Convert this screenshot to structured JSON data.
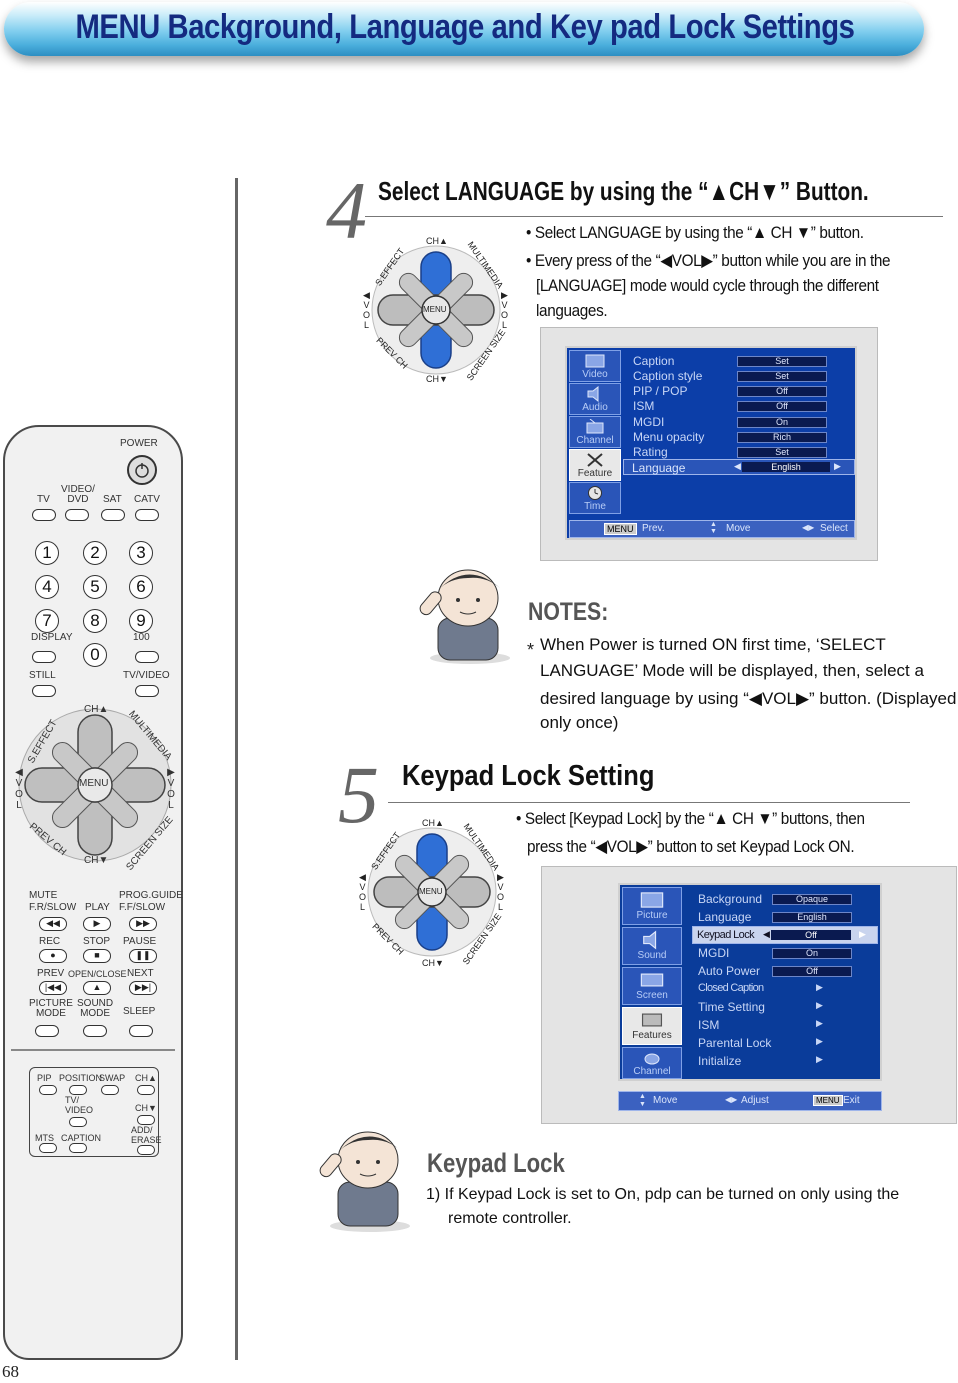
{
  "page": {
    "title": "MENU Background, Language and Key pad Lock Settings",
    "page_number": "68"
  },
  "remote": {
    "power": "POWER",
    "video_dvd": "VIDEO/\nDVD",
    "tv": "TV",
    "sat": "SAT",
    "catv": "CATV",
    "numbers": [
      "1",
      "2",
      "3",
      "4",
      "5",
      "6",
      "7",
      "8",
      "9",
      "0"
    ],
    "display": "DISPLAY",
    "hundred": "100",
    "still": "STILL",
    "tv_video": "TV/VIDEO",
    "ch_up": "CH▲",
    "ch_down": "CH▼",
    "s_effect": "S.EFFECT",
    "multimedia": "MULTIMEDIA",
    "vol": "VOL",
    "menu": "MENU",
    "prev_ch": "PREV CH",
    "screen_size": "SCREEN SIZE",
    "mute": "MUTE",
    "prog_guide": "PROG.GUIDE",
    "fr_slow": "F.R/SLOW",
    "play": "PLAY",
    "ff_slow": "F.F/SLOW",
    "rec": "REC",
    "stop": "STOP",
    "pause": "PAUSE",
    "prev": "PREV",
    "open_close": "OPEN/CLOSE",
    "next": "NEXT",
    "picture_mode": "PICTURE\nMODE",
    "sound_mode": "SOUND\nMODE",
    "sleep": "SLEEP",
    "pip": "PIP",
    "position": "POSITION",
    "swap": "SWAP",
    "tv_video2": "TV/\nVIDEO",
    "mts": "MTS",
    "caption": "CAPTION",
    "add_erase": "ADD/\nERASE"
  },
  "step4": {
    "number": "4",
    "heading": "Select LANGUAGE by using the “▲CH▼” Button.",
    "bullet1": "• Select LANGUAGE by using the “▲ CH ▼” button.",
    "bullet2a": "• Every press of the “◀VOL▶”  button while you are in the",
    "bullet2b": "[LANGUAGE] mode would cycle through the different",
    "bullet2c": "languages."
  },
  "osd1": {
    "sidebar": [
      "Video",
      "Audio",
      "Channel",
      "Feature",
      "Time"
    ],
    "items": [
      {
        "label": "Caption",
        "value": "Set"
      },
      {
        "label": "Caption style",
        "value": "Set"
      },
      {
        "label": "PIP / POP",
        "value": "Off"
      },
      {
        "label": "ISM",
        "value": "Off"
      },
      {
        "label": "MGDI",
        "value": "On"
      },
      {
        "label": "Menu opacity",
        "value": "Rich"
      },
      {
        "label": "Rating",
        "value": "Set"
      },
      {
        "label": "Language",
        "value": "English"
      }
    ],
    "footer_menu": "MENU",
    "footer_prev": "Prev.",
    "footer_move": "Move",
    "footer_select": "Select"
  },
  "notes": {
    "heading": "NOTES:",
    "star": "*",
    "line1": "When Power is turned ON first time, ‘SELECT",
    "line2": "LANGUAGE’ Mode will be displayed, then, select a",
    "line3": "desired language by using “◀VOL▶” button. (Displayed",
    "line4": "only once)"
  },
  "step5": {
    "number": "5",
    "heading": "Keypad Lock Setting",
    "bullet1": "• Select [Keypad Lock] by the “▲ CH ▼” buttons, then",
    "bullet2": "press  the “◀VOL▶” button to set Keypad Lock ON."
  },
  "osd2": {
    "sidebar": [
      "Picture",
      "Sound",
      "Screen",
      "Features",
      "Channel"
    ],
    "items": [
      {
        "label": "Background",
        "value": "Opaque"
      },
      {
        "label": "Language",
        "value": "English"
      },
      {
        "label": "Keypad Lock",
        "value": "Off"
      },
      {
        "label": "MGDI",
        "value": "On"
      },
      {
        "label": "Auto Power",
        "value": "Off"
      }
    ],
    "sub_items": [
      "Closed Caption",
      "Time Setting",
      "ISM",
      "Parental Lock",
      "Initialize"
    ],
    "footer_move": "Move",
    "footer_adjust": "Adjust",
    "footer_menu": "MENU",
    "footer_exit": "Exit"
  },
  "keypad": {
    "heading": "Keypad Lock",
    "line1": "1)  If Keypad Lock is set to On, pdp can be turned on only using the",
    "line2": "remote controller."
  }
}
